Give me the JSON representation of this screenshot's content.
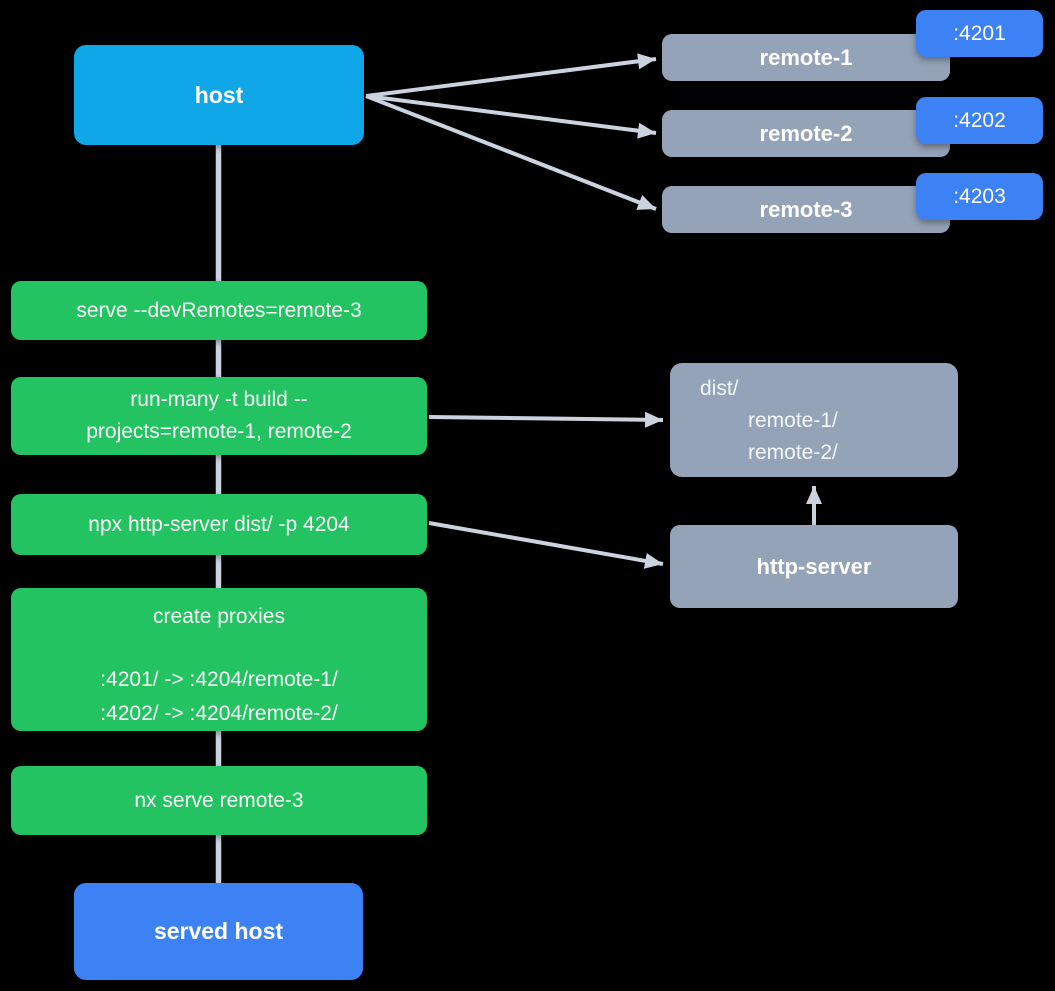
{
  "colors": {
    "background": "#000000",
    "host_blue": "#10a7e8",
    "primary_blue": "#3d82f5",
    "green": "#23c361",
    "slate": "#94a3b8",
    "arrow": "#ccd3e0",
    "text": "#ffffff"
  },
  "host": {
    "label": "host"
  },
  "remotes": [
    {
      "name": "remote-1",
      "port": ":4201"
    },
    {
      "name": "remote-2",
      "port": ":4202"
    },
    {
      "name": "remote-3",
      "port": ":4203"
    }
  ],
  "steps": {
    "serve": "serve --devRemotes=remote-3",
    "run_many": {
      "line1": "run-many -t build --",
      "line2": "projects=remote-1, remote-2"
    },
    "http_server_cmd": "npx http-server dist/ -p 4204",
    "proxies": {
      "title": "create proxies",
      "rule1": ":4201/ -> :4204/remote-1/",
      "rule2": ":4202/ -> :4204/remote-2/"
    },
    "nx_serve": "nx serve remote-3"
  },
  "dist": {
    "line1": "dist/",
    "line2": "remote-1/",
    "line3": "remote-2/"
  },
  "http_server": {
    "label": "http-server"
  },
  "served_host": {
    "label": "served host"
  }
}
